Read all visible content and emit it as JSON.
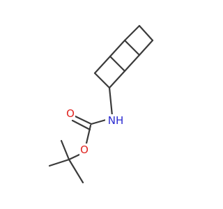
{
  "structure": {
    "atoms": {
      "nh": "NH",
      "carbonyl_o": "O",
      "ester_o": "O"
    },
    "colors": {
      "bond": "#3a3a3a",
      "oxygen": "#e0231f",
      "nitrogen": "#2a2ad0",
      "background": "#ffffff"
    }
  }
}
